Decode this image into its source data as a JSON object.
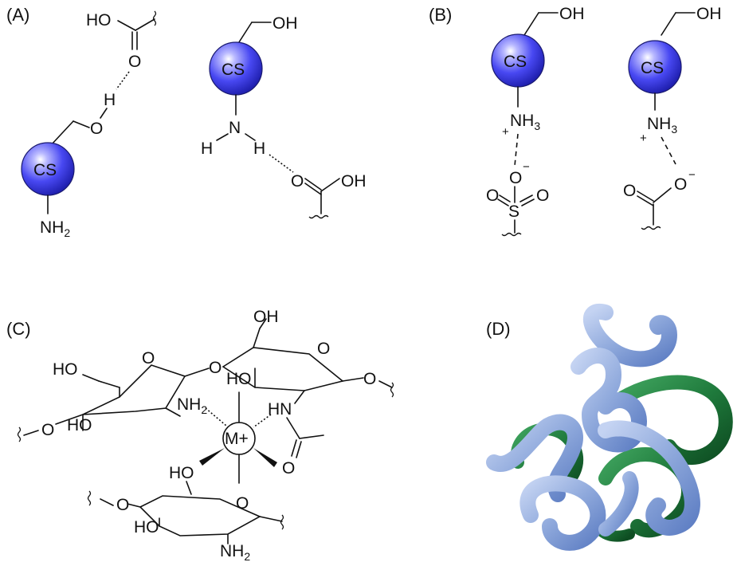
{
  "panels": {
    "a": {
      "label": "(A)"
    },
    "b": {
      "label": "(B)"
    },
    "c": {
      "label": "(C)"
    },
    "d": {
      "label": "(D)"
    }
  },
  "cs_label": "CS",
  "atoms": {
    "oh": "OH",
    "ho": "HO",
    "o": "O",
    "h": "H",
    "n": "N",
    "nh": "NH",
    "s": "S",
    "m_plus": "M+",
    "two": "2",
    "three": "3",
    "plus": "+",
    "minus": "−"
  },
  "colors": {
    "cs_sphere": "#3b3bf0",
    "coil_chitosan": "#8fa9dc",
    "coil_polymer": "#1f7a3c"
  }
}
